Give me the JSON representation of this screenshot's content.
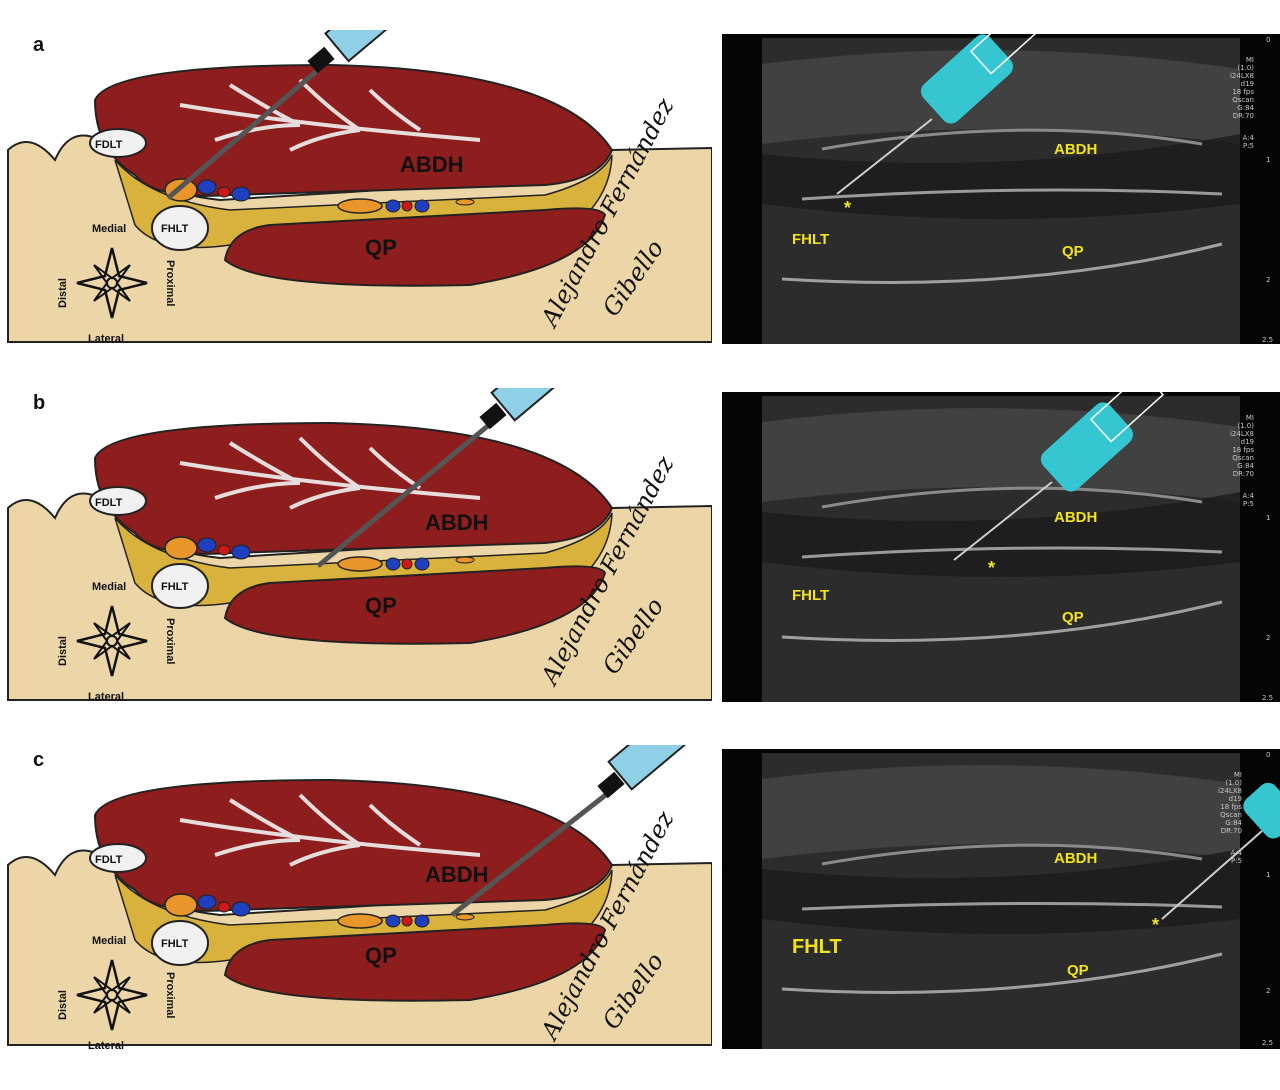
{
  "panels": [
    {
      "letter": "a",
      "labels": {
        "fdlt": "FDLT",
        "fhlt": "FHLT",
        "abdh": "ABDH",
        "qp": "QP"
      },
      "compass": {
        "medial": "Medial",
        "lateral": "Lateral",
        "distal": "Distal",
        "proximal": "Proximal"
      },
      "signature": [
        "Alejandro Fernández",
        "Gibello"
      ],
      "us": {
        "abdh": "ABDH",
        "qp": "QP",
        "fhlt": "FHLT",
        "star": "*"
      }
    },
    {
      "letter": "b",
      "labels": {
        "fdlt": "FDLT",
        "fhlt": "FHLT",
        "abdh": "ABDH",
        "qp": "QP"
      },
      "compass": {
        "medial": "Medial",
        "lateral": "Lateral",
        "distal": "Distal",
        "proximal": "Proximal"
      },
      "signature": [
        "Alejandro Fernández",
        "Gibello"
      ],
      "us": {
        "abdh": "ABDH",
        "qp": "QP",
        "fhlt": "FHLT",
        "star": "*"
      }
    },
    {
      "letter": "c",
      "labels": {
        "fdlt": "FDLT",
        "fhlt": "FHLT",
        "abdh": "ABDH",
        "qp": "QP"
      },
      "compass": {
        "medial": "Medial",
        "lateral": "Lateral",
        "distal": "Distal",
        "proximal": "Proximal"
      },
      "signature": [
        "Alejandro Fernández",
        "Gibello"
      ],
      "us": {
        "abdh": "ABDH",
        "qp": "QP",
        "fhlt": "FHLT",
        "star": "*"
      }
    }
  ],
  "us_settings": [
    "MI",
    "(1.0)",
    "i24LX8",
    "d19",
    "18 fps",
    "Qscan",
    "G:84",
    "DR:70",
    "A:4",
    "P:5"
  ],
  "us_depth_scale": [
    "0",
    "1",
    "2",
    "2.5"
  ],
  "colors": {
    "muscle": "#8e1d1d",
    "fat": "#d9b23e",
    "skin": "#ecd6a8",
    "nerve": "#e8962a",
    "vein": "#1f3fbf",
    "artery": "#d01818",
    "syringe": "#8fd0e6",
    "us_syringe": "#35c6d2",
    "us_label": "#f2e21c"
  }
}
